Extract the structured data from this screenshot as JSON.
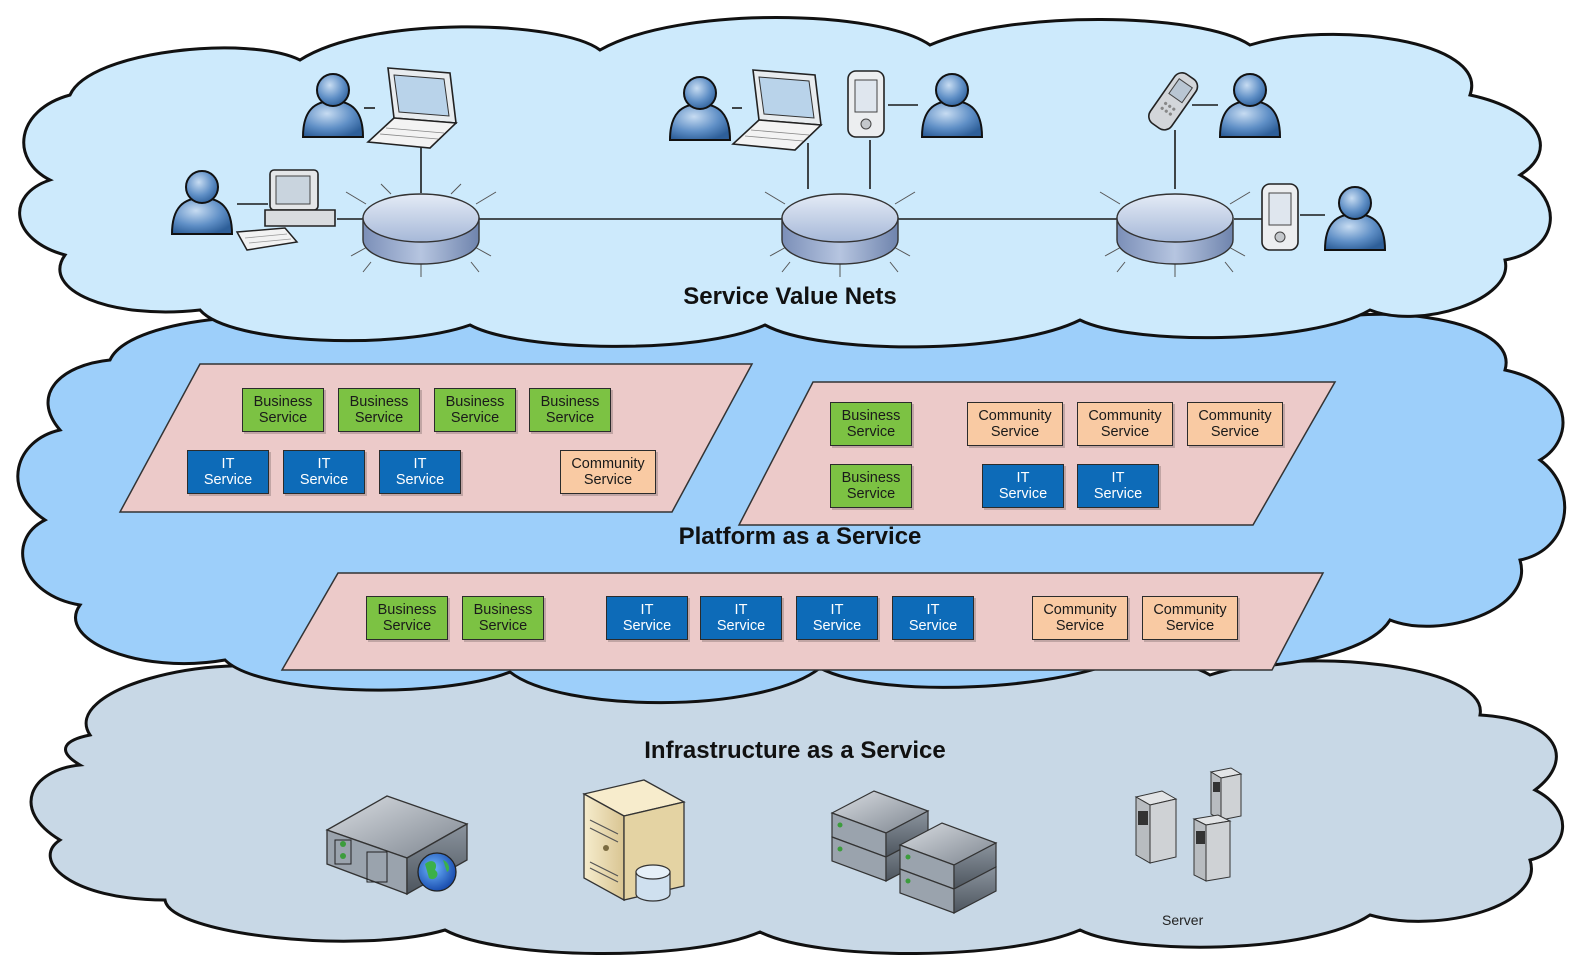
{
  "layers": {
    "top_title": "Service Value Nets",
    "middle_title": "Platform as a Service",
    "bottom_title": "Infrastructure as a Service"
  },
  "service_labels": {
    "business": "Business\nService",
    "it": "IT\nService",
    "community": "Community\nService"
  },
  "platform_left": {
    "services": [
      {
        "type": "business"
      },
      {
        "type": "business"
      },
      {
        "type": "business"
      },
      {
        "type": "business"
      },
      {
        "type": "it"
      },
      {
        "type": "it"
      },
      {
        "type": "it"
      },
      {
        "type": "community"
      }
    ]
  },
  "platform_right": {
    "services": [
      {
        "type": "business"
      },
      {
        "type": "community"
      },
      {
        "type": "community"
      },
      {
        "type": "community"
      },
      {
        "type": "business"
      },
      {
        "type": "it"
      },
      {
        "type": "it"
      }
    ]
  },
  "platform_bottom": {
    "services": [
      {
        "type": "business"
      },
      {
        "type": "business"
      },
      {
        "type": "it"
      },
      {
        "type": "it"
      },
      {
        "type": "it"
      },
      {
        "type": "it"
      },
      {
        "type": "community"
      },
      {
        "type": "community"
      }
    ]
  },
  "infrastructure": {
    "server_label": "Server",
    "icons": [
      "web-server-icon",
      "database-server-icon",
      "server-rack-icon",
      "server-cluster-icon"
    ]
  },
  "network": {
    "icons": [
      "user-icon",
      "laptop-icon",
      "pda-icon",
      "mobile-phone-icon",
      "desktop-computer-icon",
      "hub-icon"
    ]
  },
  "colors": {
    "top_cloud": "#cdeafc",
    "middle_cloud": "#9dcffa",
    "bottom_cloud": "#c8d8e6",
    "platform_panel": "#eccac9",
    "business": "#7cc243",
    "it": "#0d6bb8",
    "community": "#f9caa3"
  }
}
